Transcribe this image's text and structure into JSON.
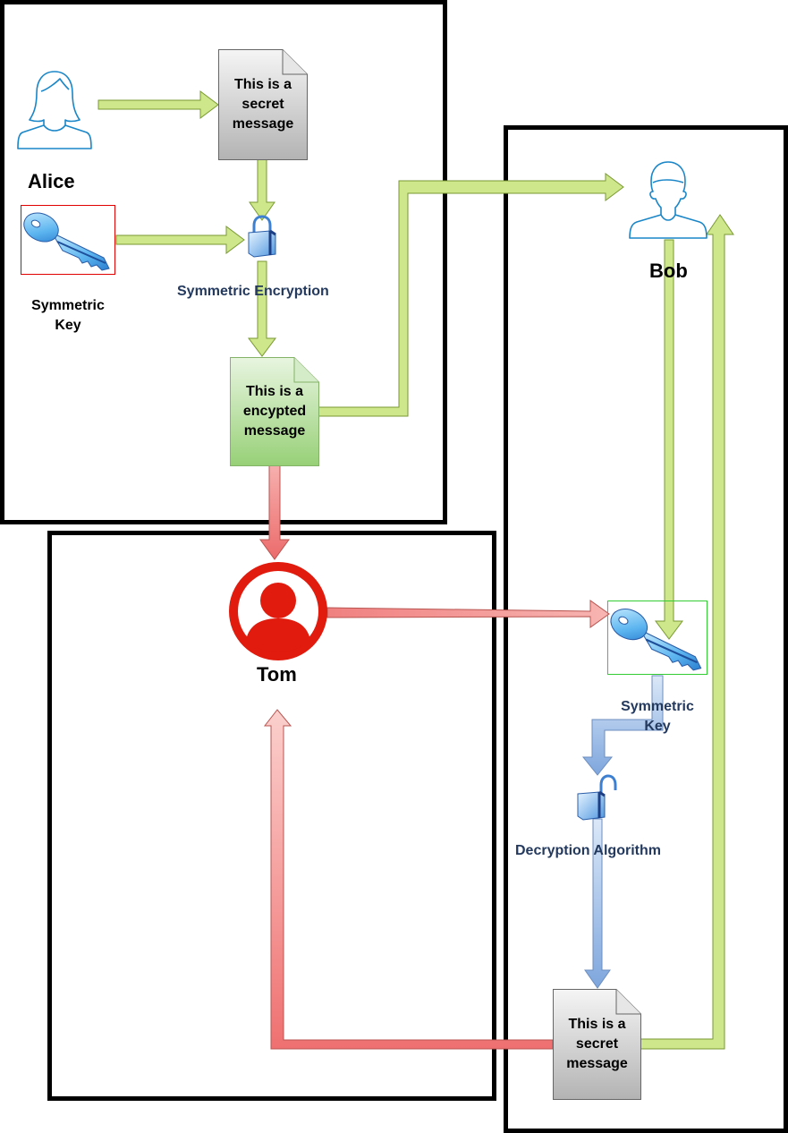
{
  "alice": {
    "name": "Alice",
    "message": [
      "This is a",
      "secret",
      "message"
    ],
    "key_label": [
      "Symmetric",
      "Key"
    ],
    "encryption_label": "Symmetric Encryption",
    "encrypted_message": [
      "This is a",
      "encypted",
      "message"
    ]
  },
  "bob": {
    "name": "Bob",
    "key_label": [
      "Symmetric",
      "Key"
    ],
    "decryption_label": "Decryption Algorithm",
    "message": [
      "This is a",
      "secret",
      "message"
    ]
  },
  "tom": {
    "name": "Tom"
  },
  "colors": {
    "green_arrow": "#cde78a",
    "green_stroke": "#7a9a33",
    "red_arrow": "#f08080",
    "red_stroke": "#b85450",
    "blue_arrow": "#8fb0e0",
    "blue_stroke": "#6c8ebf",
    "attacker": "#e11b0e",
    "key_box_alice": "#e00000",
    "key_box_bob": "#33cc33"
  }
}
